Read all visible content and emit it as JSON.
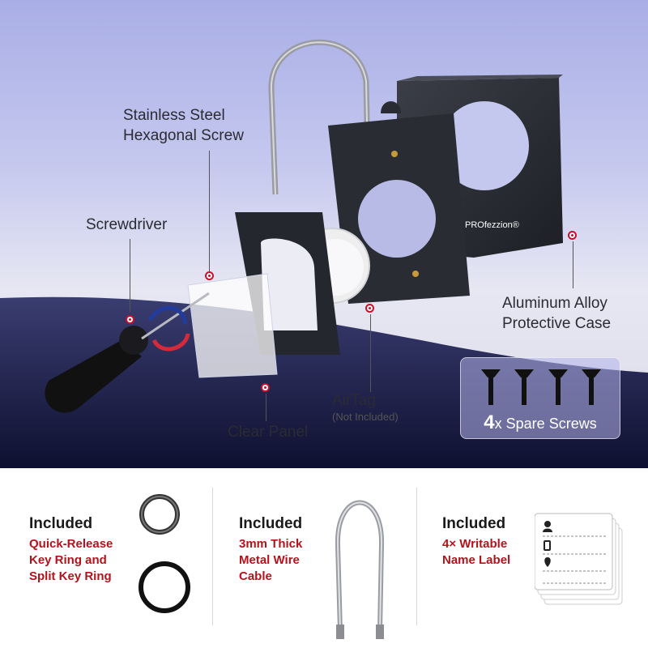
{
  "callouts": {
    "screw": {
      "line1": "Stainless Steel",
      "line2": "Hexagonal Screw"
    },
    "screwdriver": "Screwdriver",
    "case": {
      "line1": "Aluminum Alloy",
      "line2": "Protective Case"
    },
    "airtag": {
      "title": "AirTag",
      "note": "(Not Included)"
    },
    "clear_panel": "Clear Panel"
  },
  "brand": "PROfezzion®",
  "spare_screws": {
    "count": "4",
    "suffix": "x",
    "label": "Spare Screws"
  },
  "included": [
    {
      "title": "Included",
      "lines": [
        "Quick-Release",
        "Key Ring and",
        "Split Key Ring"
      ]
    },
    {
      "title": "Included",
      "lines": [
        "3mm Thick",
        "Metal Wire",
        "Cable"
      ]
    },
    {
      "title": "Included",
      "lines": [
        "4× Writable",
        "Name Label"
      ]
    }
  ],
  "colors": {
    "accent": "#b3131c",
    "case": "#2a2c33",
    "dot": "#c8102e"
  }
}
